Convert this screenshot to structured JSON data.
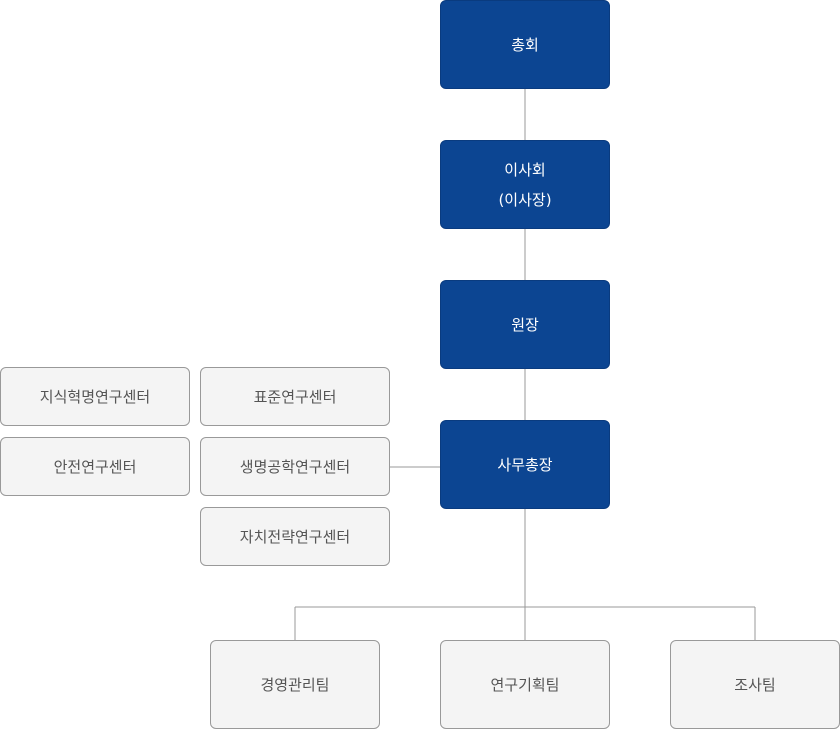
{
  "org": {
    "general_assembly": "총회",
    "board": {
      "line1": "이사회",
      "line2": "(이사장)"
    },
    "president": "원장",
    "secretary_general": "사무총장",
    "centers": [
      "지식혁명연구센터",
      "표준연구센터",
      "안전연구센터",
      "생명공학연구센터",
      "자치전략연구센터"
    ],
    "teams": [
      "경영관리팀",
      "연구기획팀",
      "조사팀"
    ]
  },
  "colors": {
    "primary_box": "#0c4592",
    "gray_box": "#f4f4f4",
    "gray_border": "#999999",
    "connector": "#999999"
  }
}
